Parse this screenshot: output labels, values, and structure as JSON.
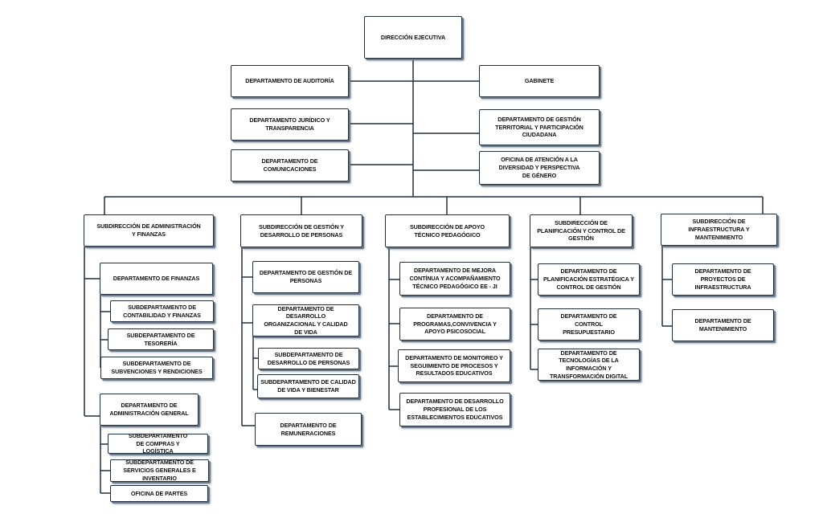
{
  "nodes": {
    "direccion_ejecutiva": "DIRECCIÓN EJECUTIVA",
    "depto_auditoria": "DEPARTAMENTO DE AUDITORÍA",
    "gabinete": "GABINETE",
    "depto_juridico": "DEPARTAMENTO JURÍDICO Y TRANSPARENCIA",
    "depto_gestion_territorial": "DEPARTAMENTO DE GESTIÓN TERRITORIAL Y PARTICIPACIÓN CIUDADANA",
    "depto_comunicaciones": "DEPARTAMENTO DE COMUNICACIONES",
    "oficina_diversidad": "OFICINA DE ATENCIÓN A LA DIVERSIDAD Y PERSPECTIVA DE GÉNERO",
    "sub_admin_finanzas": "SUBDIRECCIÓN DE ADMINISTRACIÓN Y FINANZAS",
    "depto_finanzas": "DEPARTAMENTO DE FINANZAS",
    "subdepto_contabilidad": "SUBDEPARTAMENTO DE CONTABILIDAD Y FINANZAS",
    "subdepto_tesoreria": "SUBDEPARTAMENTO DE TESORERÍA",
    "subdepto_subvenciones": "SUBDEPARTAMENTO DE SUBVENCIONES Y RENDICIONES",
    "depto_admin_general": "DEPARTAMENTO DE ADMINISTRACIÓN GENERAL",
    "subdepto_compras": "SUBDEPARTAMENTO DE COMPRAS Y LOGÍSTICA",
    "subdepto_servicios": "SUBDEPARTAMENTO DE SERVICIOS GENERALES E INVENTARIO",
    "oficina_partes": "OFICINA DE PARTES",
    "sub_gestion_personas": "SUBDIRECCIÓN DE GESTIÓN Y DESARROLLO DE PERSONAS",
    "depto_gestion_personas": "DEPARTAMENTO DE GESTIÓN DE PERSONAS",
    "depto_desarrollo_org": "DEPARTAMENTO DE DESARROLLO ORGANIZACIONAL Y CALIDAD DE VIDA",
    "subdepto_desarrollo_personas": "SUBDEPARTAMENTO DE DESARROLLO DE PERSONAS",
    "subdepto_calidad_vida": "SUBDEPARTAMENTO DE CALIDAD DE VIDA Y BIENESTAR",
    "depto_remuneraciones": "DEPARTAMENTO DE REMUNERACIONES",
    "sub_apoyo_tecnico": "SUBDIRECCIÓN DE APOYO TÉCNICO PEDAGÓGICO",
    "depto_mejora_continua": "DEPARTAMENTO DE MEJORA CONTÍNUA Y ACOMPAÑAMIENTO TÉCNICO PEDAGÓGICO EE - JI",
    "depto_programas": "DEPARTAMENTO DE PROGRAMAS,CONVIVENCIA Y APOYO PSICOSOCIAL",
    "depto_monitoreo": "DEPARTAMENTO DE MONITOREO Y SEGUIMIENTO DE PROCESOS Y RESULTADOS EDUCATIVOS",
    "depto_desarrollo_profesional": "DEPARTAMENTO DE DESARROLLO PROFESIONAL DE LOS ESTABLECIMIENTOS EDUCATIVOS",
    "sub_planificacion": "SUBDIRECCIÓN DE PLANIFICACIÓN Y CONTROL DE GESTIÓN",
    "depto_planificacion": "DEPARTAMENTO DE PLANIFICACIÓN ESTRATÉGICA Y CONTROL DE GESTIÓN",
    "depto_control_presupuestario": "DEPARTAMENTO DE CONTROL PRESUPUESTARIO",
    "depto_tecnologias": "DEPARTAMENTO DE TECNOLOGÍAS DE LA INFORMACIÓN Y TRANSFORMACIÓN DIGITAL",
    "sub_infraestructura": "SUBDIRECCIÓN DE INFRAESTRUCTURA Y MANTENIMIENTO",
    "depto_proyectos": "DEPARTAMENTO DE PROYECTOS DE INFRAESTRUCTURA",
    "depto_mantenimiento": "DEPARTAMENTO DE MANTENIMIENTO"
  },
  "colors": {
    "line": "#1f2f3e",
    "border": "#1f2f3e",
    "shadow": "#6a7a88"
  }
}
